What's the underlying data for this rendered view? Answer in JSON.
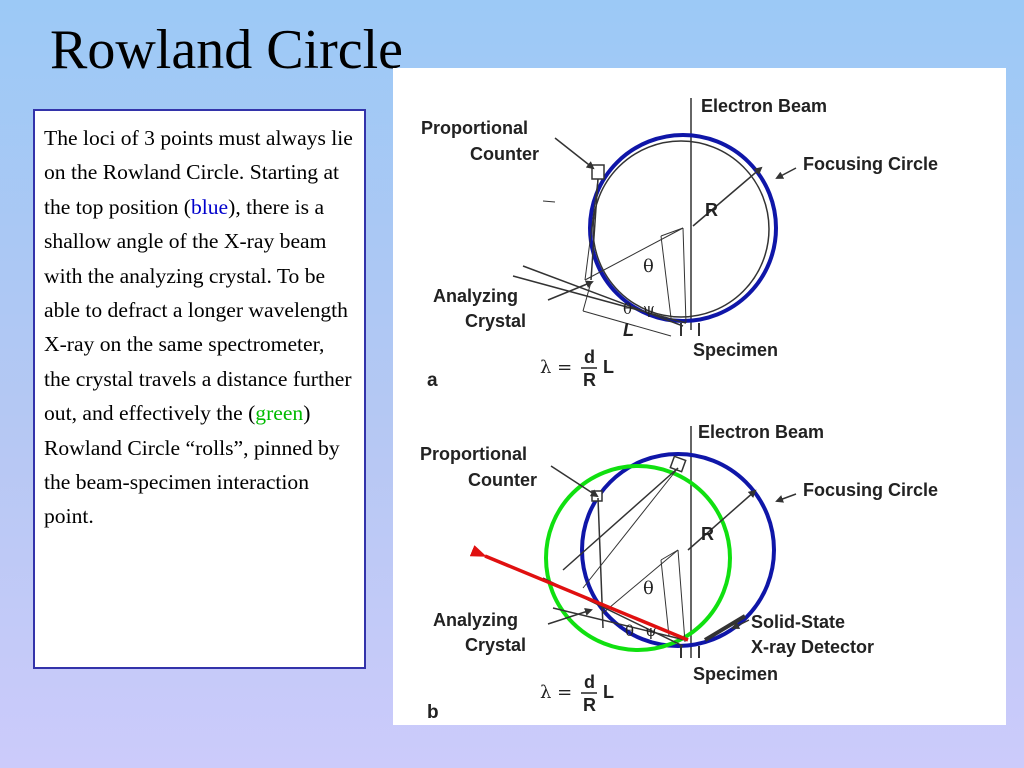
{
  "slide": {
    "title": "Rowland Circle",
    "body": {
      "text_before_blue": "The loci of 3 points must always lie on the Rowland Circle. Starting at the top position (",
      "blue_word": "blue",
      "text_between": "), there is a shallow angle of the X-ray beam with the analyzing crystal. To be able to defract a longer wavelength X-ray on the same spectrometer, the crystal travels a distance further out, and effectively the (",
      "green_word": "green",
      "text_after_green": ") Rowland Circle “rolls”, pinned by the beam-specimen interaction point."
    }
  },
  "figure": {
    "panel_a": {
      "letter": "a",
      "labels": {
        "electron_beam": "Electron Beam",
        "proportional_counter_1": "Proportional",
        "proportional_counter_2": "Counter",
        "focusing_circle": "Focusing Circle",
        "radius": "R",
        "theta": "θ",
        "theta_small": "θ",
        "psi": "ψ",
        "analyzing_crystal_1": "Analyzing",
        "analyzing_crystal_2": "Crystal",
        "distance": "L",
        "specimen": "Specimen",
        "eq_lambda": "λ =",
        "eq_num": "d",
        "eq_den": "R",
        "eq_l": "L"
      }
    },
    "panel_b": {
      "letter": "b",
      "labels": {
        "electron_beam": "Electron Beam",
        "proportional_counter_1": "Proportional",
        "proportional_counter_2": "Counter",
        "focusing_circle": "Focusing Circle",
        "radius": "R",
        "theta": "θ",
        "theta_small": "θ",
        "psi": "ψ",
        "analyzing_crystal_1": "Analyzing",
        "analyzing_crystal_2": "Crystal",
        "detector_1": "Solid-State",
        "detector_2": "X-ray Detector",
        "specimen": "Specimen",
        "eq_lambda": "λ =",
        "eq_num": "d",
        "eq_den": "R",
        "eq_l": "L"
      }
    },
    "colors": {
      "blue_circle": "#0f16a8",
      "green_circle": "#10e010",
      "red_arrow": "#e01010",
      "line": "#333333"
    }
  }
}
